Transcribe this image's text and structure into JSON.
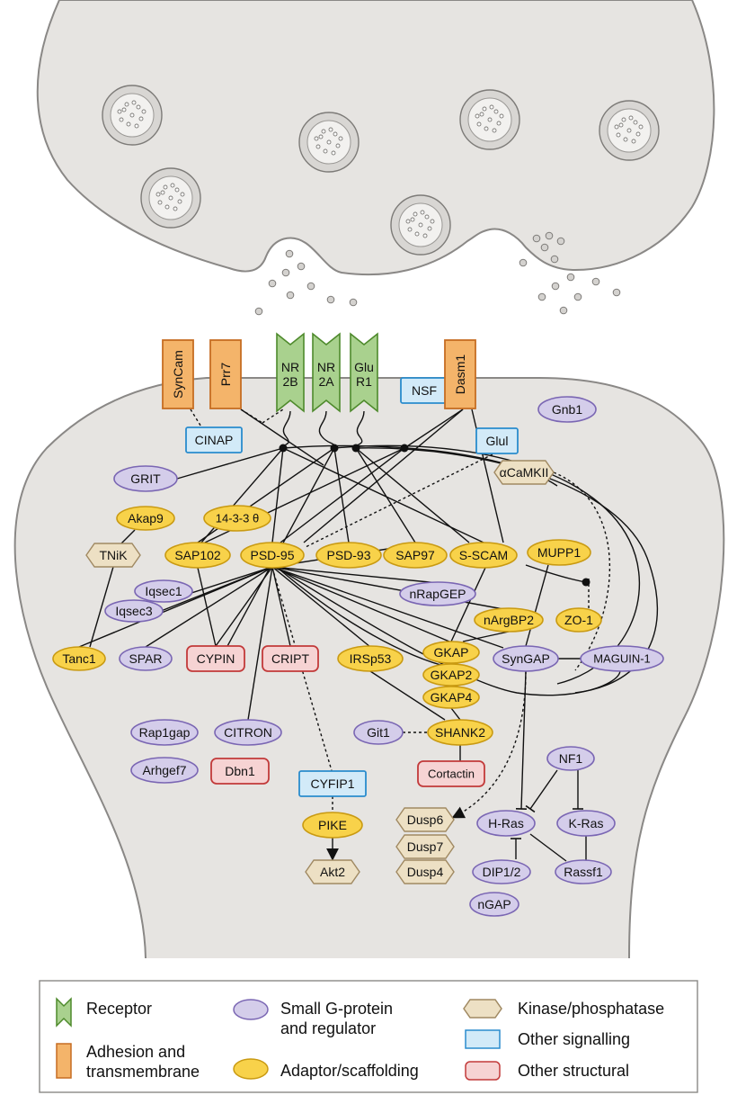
{
  "nodes": {
    "syncam": {
      "label": "SynCam",
      "kind": "adhesion"
    },
    "prr7": {
      "label": "Prr7",
      "kind": "adhesion"
    },
    "nr2b": {
      "label": "NR\n2B",
      "kind": "receptor"
    },
    "nr2a": {
      "label": "NR\n2A",
      "kind": "receptor"
    },
    "glur1": {
      "label": "Glu\nR1",
      "kind": "receptor"
    },
    "nsf": {
      "label": "NSF",
      "kind": "signalling"
    },
    "dasm1": {
      "label": "Dasm1",
      "kind": "adhesion"
    },
    "gnb1": {
      "label": "Gnb1",
      "kind": "gprotein"
    },
    "cinap": {
      "label": "CINAP",
      "kind": "signalling"
    },
    "glul": {
      "label": "Glul",
      "kind": "signalling"
    },
    "grit": {
      "label": "GRIT",
      "kind": "gprotein"
    },
    "acamkii": {
      "label": "αCaMKII",
      "kind": "kinase"
    },
    "akap9": {
      "label": "Akap9",
      "kind": "adaptor"
    },
    "1433": {
      "label": "14-3-3 θ",
      "kind": "adaptor"
    },
    "tnik": {
      "label": "TNiK",
      "kind": "kinase"
    },
    "sap102": {
      "label": "SAP102",
      "kind": "adaptor"
    },
    "psd95": {
      "label": "PSD-95",
      "kind": "adaptor"
    },
    "psd93": {
      "label": "PSD-93",
      "kind": "adaptor"
    },
    "sap97": {
      "label": "SAP97",
      "kind": "adaptor"
    },
    "sscam": {
      "label": "S-SCAM",
      "kind": "adaptor"
    },
    "mupp1": {
      "label": "MUPP1",
      "kind": "adaptor"
    },
    "iqsec1": {
      "label": "Iqsec1",
      "kind": "gprotein"
    },
    "iqsec3": {
      "label": "Iqsec3",
      "kind": "gprotein"
    },
    "nrapgep": {
      "label": "nRapGEP",
      "kind": "gprotein"
    },
    "nargbp2": {
      "label": "nArgBP2",
      "kind": "adaptor"
    },
    "zo1": {
      "label": "ZO-1",
      "kind": "adaptor"
    },
    "tanc1": {
      "label": "Tanc1",
      "kind": "adaptor"
    },
    "spar": {
      "label": "SPAR",
      "kind": "gprotein"
    },
    "cypin": {
      "label": "CYPIN",
      "kind": "structural"
    },
    "cript": {
      "label": "CRIPT",
      "kind": "structural"
    },
    "irsp53": {
      "label": "IRSp53",
      "kind": "adaptor"
    },
    "gkap": {
      "label": "GKAP",
      "kind": "adaptor"
    },
    "syngap": {
      "label": "SynGAP",
      "kind": "gprotein"
    },
    "maguin1": {
      "label": "MAGUIN-1",
      "kind": "gprotein"
    },
    "gkap2": {
      "label": "GKAP2",
      "kind": "adaptor"
    },
    "gkap4": {
      "label": "GKAP4",
      "kind": "adaptor"
    },
    "rap1gap": {
      "label": "Rap1gap",
      "kind": "gprotein"
    },
    "citron": {
      "label": "CITRON",
      "kind": "gprotein"
    },
    "git1": {
      "label": "Git1",
      "kind": "gprotein"
    },
    "shank2": {
      "label": "SHANK2",
      "kind": "adaptor"
    },
    "arhgef7": {
      "label": "Arhgef7",
      "kind": "gprotein"
    },
    "dbn1": {
      "label": "Dbn1",
      "kind": "structural"
    },
    "cortactin": {
      "label": "Cortactin",
      "kind": "structural"
    },
    "cyfip1": {
      "label": "CYFIP1",
      "kind": "signalling"
    },
    "nf1": {
      "label": "NF1",
      "kind": "gprotein"
    },
    "pike": {
      "label": "PIKE",
      "kind": "adaptor"
    },
    "dusp6": {
      "label": "Dusp6",
      "kind": "kinase"
    },
    "hras": {
      "label": "H-Ras",
      "kind": "gprotein"
    },
    "kras": {
      "label": "K-Ras",
      "kind": "gprotein"
    },
    "dusp7": {
      "label": "Dusp7",
      "kind": "kinase"
    },
    "akt2": {
      "label": "Akt2",
      "kind": "kinase"
    },
    "dusp4": {
      "label": "Dusp4",
      "kind": "kinase"
    },
    "dip12": {
      "label": "DIP1/2",
      "kind": "gprotein"
    },
    "rassf1": {
      "label": "Rassf1",
      "kind": "gprotein"
    },
    "ngap": {
      "label": "nGAP",
      "kind": "gprotein"
    }
  },
  "legend": {
    "receptor": "Receptor",
    "adhesion": "Adhesion and\ntransmembrane",
    "gprotein": "Small G-protein\nand regulator",
    "adaptor": "Adaptor/scaffolding",
    "kinase": "Kinase/phosphatase",
    "signalling": "Other signalling",
    "structural": "Other structural"
  },
  "colors": {
    "receptor_fill": "#a9d18e",
    "receptor_stroke": "#4e8a2c",
    "adhesion_fill": "#f4b46a",
    "adhesion_stroke": "#c66d22",
    "gprotein_fill": "#d4cdea",
    "gprotein_stroke": "#7a66b3",
    "adaptor_fill": "#f8d24a",
    "adaptor_stroke": "#c99a12",
    "kinase_fill": "#ede0c4",
    "kinase_stroke": "#a08962",
    "signalling_fill": "#d2eaf8",
    "signalling_stroke": "#2a8ccd",
    "structural_fill": "#f6d3d3",
    "structural_stroke": "#c23a3a",
    "cell_fill": "#e6e4e1",
    "cell_stroke": "#8a8886"
  }
}
